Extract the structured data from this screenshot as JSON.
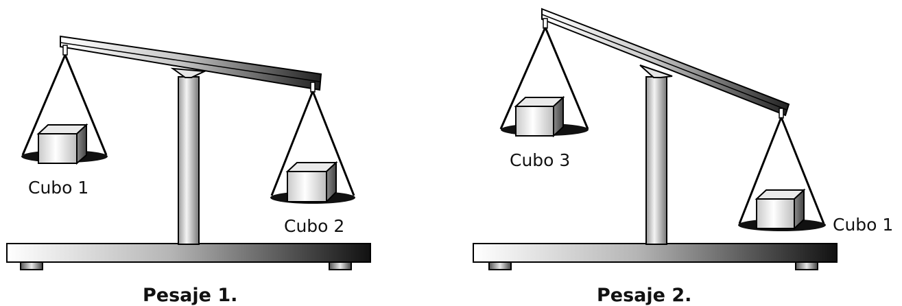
{
  "scales": [
    {
      "title": "Pesaje 1.",
      "left_pan_label": "Cubo 1",
      "right_pan_label": "Cubo 2",
      "heavier_side": "right"
    },
    {
      "title": "Pesaje 2.",
      "left_pan_label": "Cubo 3",
      "right_pan_label": "Cubo 1",
      "heavier_side": "right"
    }
  ]
}
